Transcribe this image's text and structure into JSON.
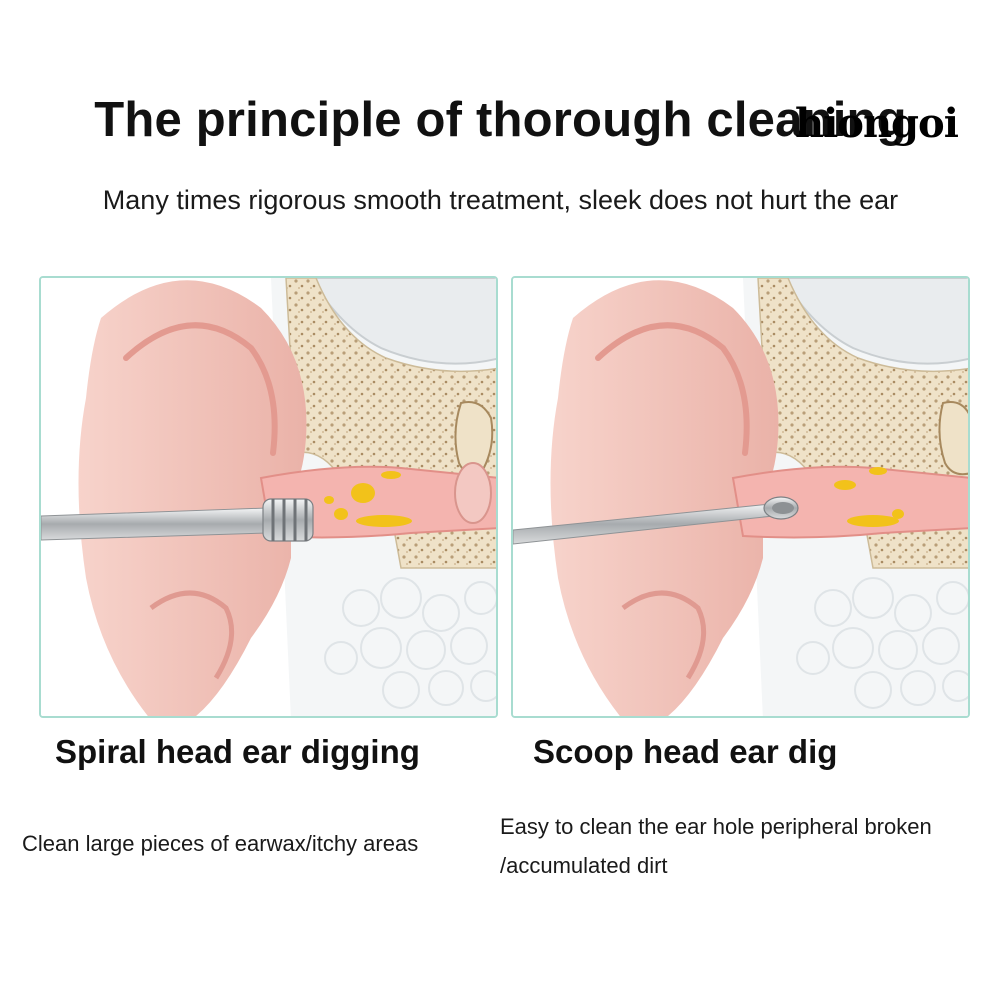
{
  "title": "The principle of thorough cleaning",
  "watermark": "hiongoi",
  "subtitle": "Many times rigorous smooth treatment, sleek does not hurt the ear",
  "panels": [
    {
      "name": "Spiral head ear digging",
      "description_lines": [
        "Clean large pieces of earwax/itchy areas"
      ],
      "tool_icon": "spiral-head-ear-pick"
    },
    {
      "name": "Scoop head ear dig",
      "description_lines": [
        "Easy to clean the ear hole peripheral broken",
        "/accumulated dirt"
      ],
      "tool_icon": "scoop-head-ear-pick"
    }
  ],
  "colors": {
    "panel_border": "#a8dcd0",
    "ear_skin": "#f3c6bd",
    "canal": "#f5b9b4",
    "bone": "#efe2c8",
    "earwax": "#f2c21a",
    "tool": "#c9ccce"
  }
}
